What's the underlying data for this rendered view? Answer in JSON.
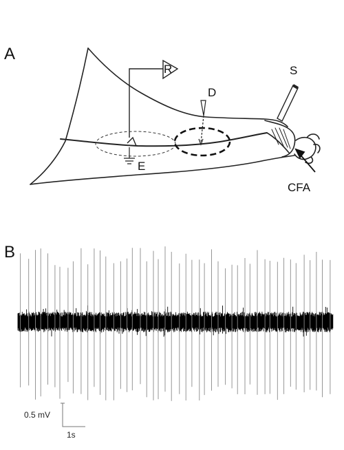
{
  "figure": {
    "panel_a": {
      "letter": "A"
    },
    "panel_b": {
      "letter": "B"
    },
    "labels": {
      "stimulus": "S",
      "recording": "R",
      "drug": "D",
      "ground": "E",
      "injection": "CFA"
    },
    "scale_bar": {
      "voltage": "0.5 mV",
      "time": "1s"
    }
  },
  "trace": {
    "spike_count": 48,
    "baseline_band": "dense noise"
  }
}
